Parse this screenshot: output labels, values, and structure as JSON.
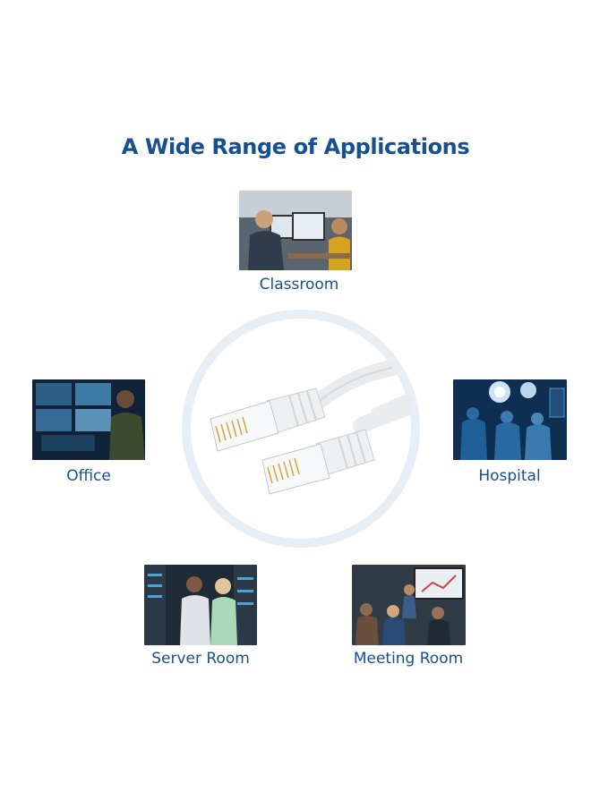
{
  "heading": "A Wide Range of Applications",
  "applications": [
    {
      "label": "Classroom",
      "icon": "classroom-photo"
    },
    {
      "label": "Office",
      "icon": "office-photo"
    },
    {
      "label": "Hospital",
      "icon": "hospital-photo"
    },
    {
      "label": "Server Room",
      "icon": "server-room-photo"
    },
    {
      "label": "Meeting Room",
      "icon": "meeting-room-photo"
    }
  ],
  "center": {
    "icon": "ethernet-cable-image"
  },
  "colors": {
    "heading": "#16508f",
    "label": "#16508f",
    "ring": "#e7eef6"
  }
}
